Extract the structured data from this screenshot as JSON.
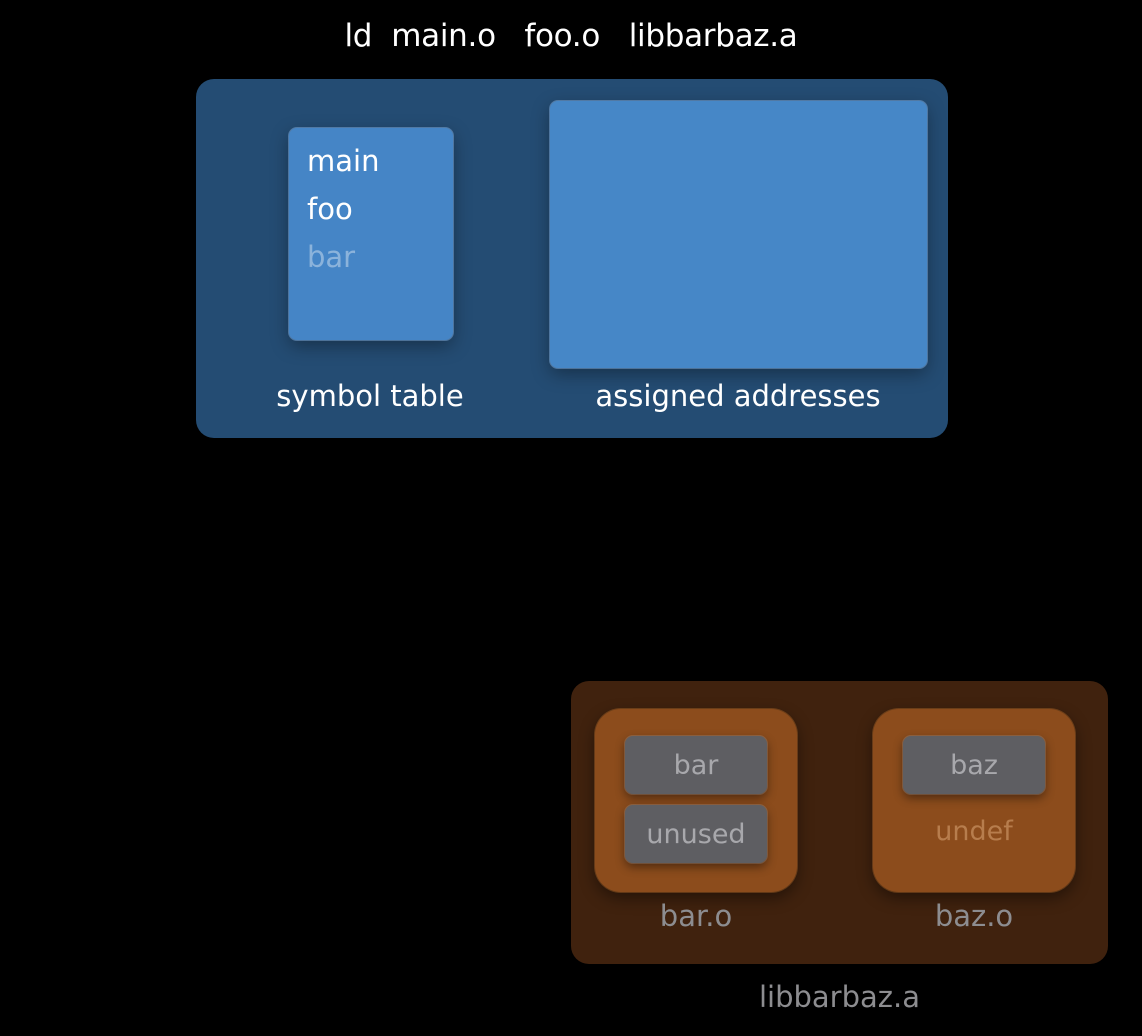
{
  "command": {
    "text": "ld  main.o   foo.o   libbarbaz.a"
  },
  "linker": {
    "symbol_table": {
      "entries": [
        {
          "name": "main",
          "resolved": true
        },
        {
          "name": "foo",
          "resolved": true
        },
        {
          "name": "bar",
          "resolved": false
        }
      ],
      "label": "symbol table"
    },
    "assigned_addresses": {
      "label": "assigned addresses"
    }
  },
  "archive": {
    "label": "libbarbaz.a",
    "objects": [
      {
        "label": "bar.o",
        "symbols": [
          "bar",
          "unused"
        ]
      },
      {
        "label": "baz.o",
        "symbols": [
          "baz"
        ],
        "undefined": "undef"
      }
    ]
  },
  "colors": {
    "background": "#000000",
    "linker_panel": "#244c73",
    "linker_box": "#4585c6",
    "archive_panel": "#40220e",
    "object_card": "#8c4c1c",
    "symbol_chip": "#5e5e62"
  }
}
